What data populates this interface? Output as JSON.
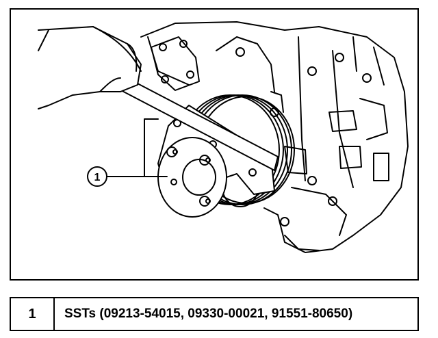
{
  "callout": {
    "number": "1"
  },
  "legend": {
    "rows": [
      {
        "number": "1",
        "description": "SSTs (09213-54015, 09330-00021, 91551-80650)"
      }
    ]
  },
  "colors": {
    "line": "#000000",
    "background": "#ffffff"
  }
}
